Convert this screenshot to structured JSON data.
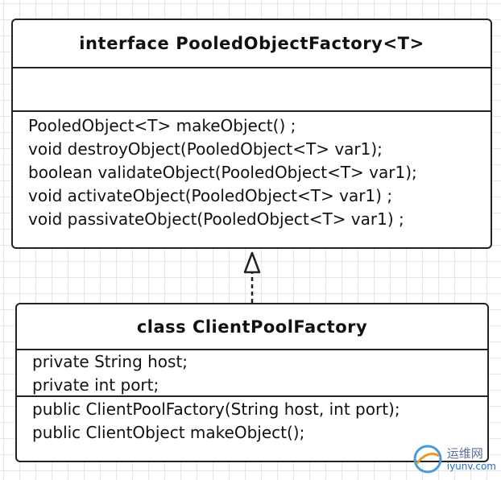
{
  "interface_box": {
    "title": "interface PooledObjectFactory<T>",
    "attributes": [],
    "methods": [
      "PooledObject<T> makeObject() ;",
      "void destroyObject(PooledObject<T> var1);",
      "boolean validateObject(PooledObject<T> var1);",
      "void activateObject(PooledObject<T> var1) ;",
      "void passivateObject(PooledObject<T> var1) ;"
    ]
  },
  "class_box": {
    "title": "class ClientPoolFactory",
    "attributes": [
      "private String host;",
      "private int port;"
    ],
    "methods": [
      "public ClientPoolFactory(String host, int port);",
      "public ClientObject makeObject();"
    ]
  },
  "relationship": {
    "type": "realization",
    "from": "class ClientPoolFactory",
    "to": "interface PooledObjectFactory<T>"
  },
  "watermark": {
    "cn_text": "运维网",
    "en_text": "iyunv.com"
  }
}
